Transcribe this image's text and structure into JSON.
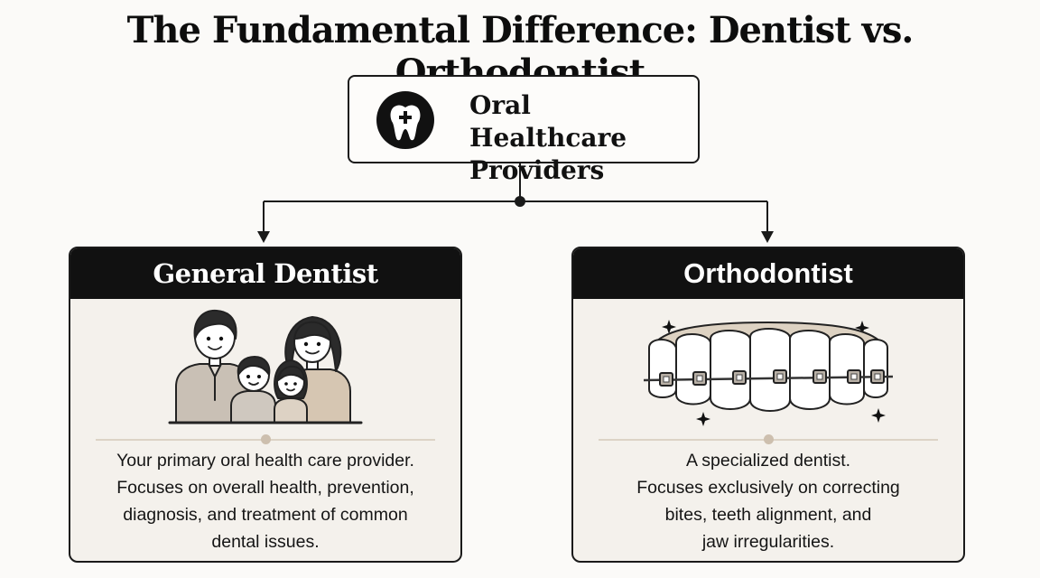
{
  "title": "The Fundamental Difference: Dentist vs. Orthodontist",
  "root": {
    "icon": "tooth-cross-icon",
    "label_lines": [
      "Oral Healthcare",
      "Providers"
    ]
  },
  "cards": [
    {
      "title": "General Dentist",
      "illustration": "family-icon",
      "description_lines": [
        "Your primary oral health care provider.",
        "Focuses on overall health, prevention,",
        "diagnosis, and treatment of common",
        "dental issues."
      ]
    },
    {
      "title": "Orthodontist",
      "illustration": "braces-teeth-icon",
      "description_lines": [
        "A specialized dentist.",
        "Focuses exclusively on correcting",
        "bites, teeth alignment, and",
        "jaw irregularities."
      ]
    }
  ],
  "colors": {
    "background": "#fbfaf8",
    "header": "#111111",
    "card_fill": "#f4f1ec",
    "accent_beige": "#cdbfae"
  }
}
